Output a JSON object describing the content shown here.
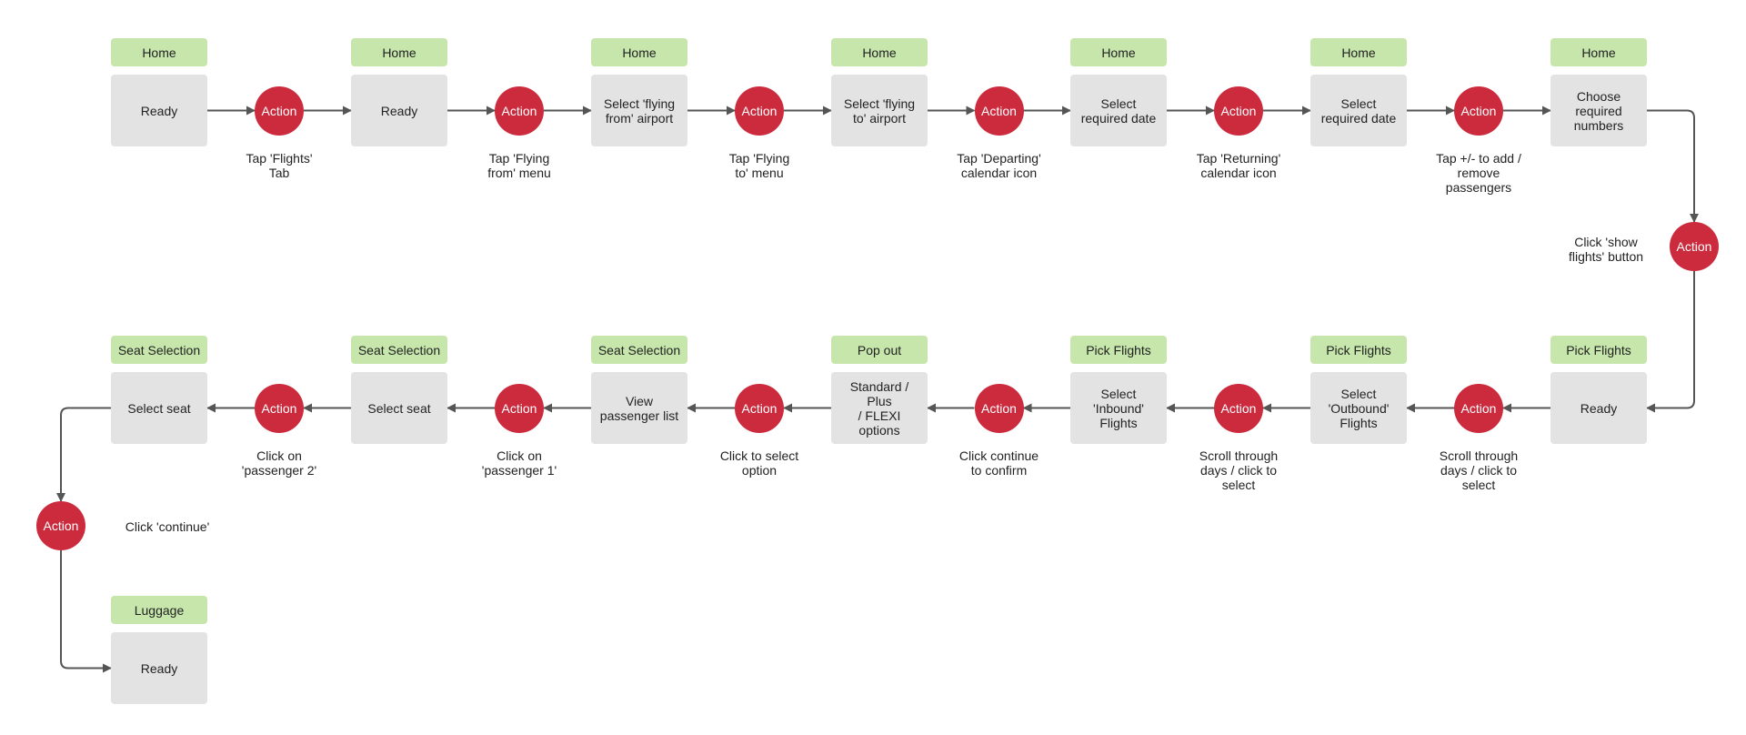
{
  "action_label": "Action",
  "top_row": [
    {
      "tag": "Home",
      "screen": "Ready",
      "action_note": "Tap 'Flights'\nTab"
    },
    {
      "tag": "Home",
      "screen": "Ready",
      "action_note": "Tap 'Flying\nfrom' menu"
    },
    {
      "tag": "Home",
      "screen": "Select 'flying\nfrom' airport",
      "action_note": "Tap 'Flying\nto' menu"
    },
    {
      "tag": "Home",
      "screen": "Select 'flying\nto' airport",
      "action_note": "Tap 'Departing'\ncalendar icon"
    },
    {
      "tag": "Home",
      "screen": "Select\nrequired date",
      "action_note": "Tap 'Returning'\ncalendar icon"
    },
    {
      "tag": "Home",
      "screen": "Select\nrequired date",
      "action_note": "Tap +/- to add /\nremove\npassengers"
    },
    {
      "tag": "Home",
      "screen": "Choose\nrequired\nnumbers"
    }
  ],
  "turn_action_note": "Click 'show\nflights' button",
  "bottom_row": [
    {
      "tag": "Pick Flights",
      "screen": "Ready",
      "action_note": "Scroll through\ndays / click to\nselect"
    },
    {
      "tag": "Pick Flights",
      "screen": "Select\n'Outbound'\nFlights",
      "action_note": "Scroll through\ndays / click to\nselect"
    },
    {
      "tag": "Pick Flights",
      "screen": "Select\n'Inbound'\nFlights",
      "action_note": "Click continue\nto confirm"
    },
    {
      "tag": "Pop out",
      "screen": "Standard / Plus\n/ FLEXI options",
      "action_note": "Click to select\noption"
    },
    {
      "tag": "Seat Selection",
      "screen": "View\npassenger list",
      "action_note": "Click on\n'passenger 1'"
    },
    {
      "tag": "Seat Selection",
      "screen": "Select seat",
      "action_note": "Click on\n'passenger 2'"
    },
    {
      "tag": "Seat Selection",
      "screen": "Select seat"
    }
  ],
  "final_action_note": "Click 'continue'",
  "final_screen": {
    "tag": "Luggage",
    "screen": "Ready"
  }
}
